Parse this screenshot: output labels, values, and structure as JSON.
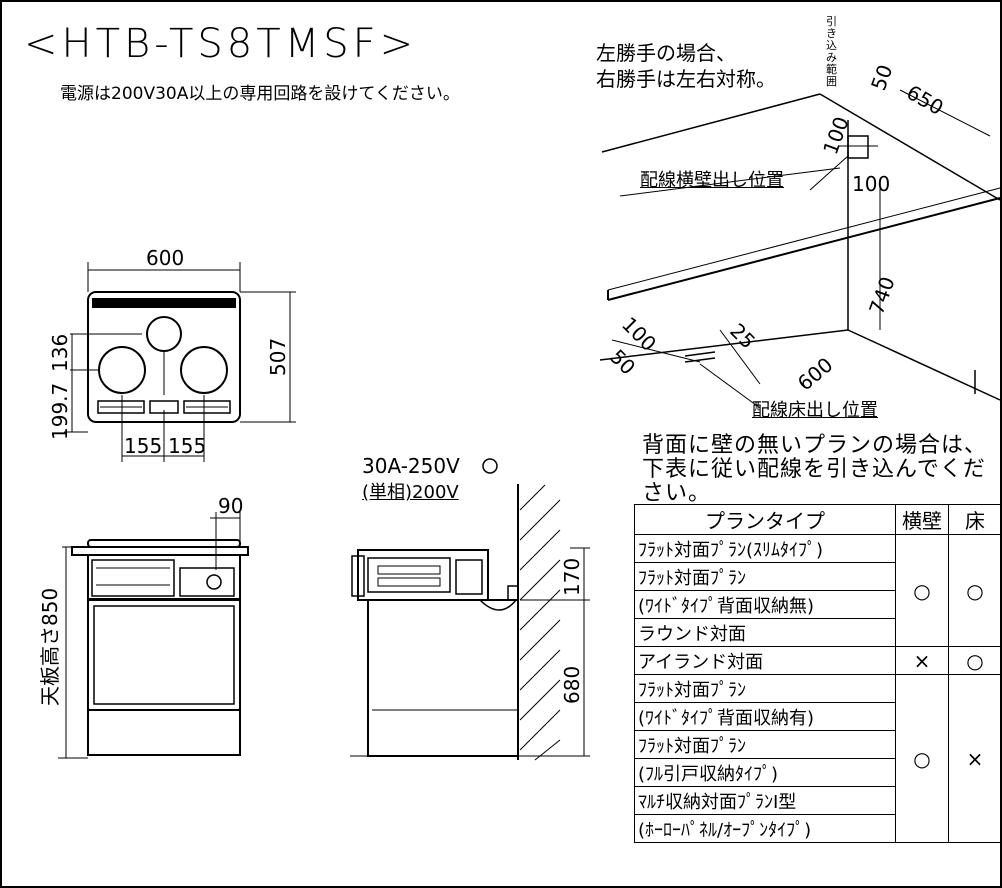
{
  "title": "<HTB-TS8TMSF>",
  "power_note": "電源は200V30A以上の専用回路を設けてください。",
  "top_view": {
    "width_dim": "600",
    "depth_dim": "507",
    "dim_left_1": "136",
    "dim_left_2": "199.7",
    "dim_bottom_1": "155",
    "dim_bottom_2": "155"
  },
  "front_view": {
    "dim_90": "90",
    "height_label": "天板高さ850"
  },
  "side_view": {
    "outlet_label": "30A-250V",
    "phase_label": "(単相)200V",
    "dim_170": "170",
    "dim_680": "680"
  },
  "iso_view": {
    "condition_line1": "左勝手の場合、",
    "condition_line2": "右勝手は左右対称。",
    "side_label": "引き込み範囲",
    "dim_50_top": "50",
    "dim_650": "650",
    "dim_100_v": "100",
    "dim_100_h": "100",
    "wall_label": "配線横壁出し位置",
    "dim_740": "740",
    "dim_100_floor": "100",
    "dim_50_floor": "50",
    "dim_25": "25",
    "dim_600_floor": "600",
    "floor_label": "配線床出し位置"
  },
  "plan_note": "背面に壁の無いプランの場合は、下表に従い配線を引き込んでください。",
  "table": {
    "headers": [
      "プランタイプ",
      "横壁",
      "床"
    ],
    "rows": [
      {
        "name": "ﾌﾗｯﾄ対面ﾌﾟﾗﾝ(ｽﾘﾑﾀｲﾌﾟ)"
      },
      {
        "name": "ﾌﾗｯﾄ対面ﾌﾟﾗﾝ"
      },
      {
        "name": "(ﾜｲﾄﾞﾀｲﾌﾟ背面収納無)"
      },
      {
        "name": "ラウンド対面"
      },
      {
        "name": "アイランド対面"
      },
      {
        "name": "ﾌﾗｯﾄ対面ﾌﾟﾗﾝ"
      },
      {
        "name": "(ﾜｲﾄﾞﾀｲﾌﾟ背面収納有)"
      },
      {
        "name": "ﾌﾗｯﾄ対面ﾌﾟﾗﾝ"
      },
      {
        "name": "(ﾌﾙ引戸収納ﾀｲﾌﾟ)"
      },
      {
        "name": "ﾏﾙﾁ収納対面ﾌﾟﾗﾝⅠ型"
      },
      {
        "name": "(ﾎｰﾛｰﾊﾟﾈﾙ/ｵｰﾌﾟﾝﾀｲﾌﾟ)"
      }
    ],
    "marks": {
      "group1_wall": "○",
      "group1_floor": "○",
      "island_wall": "×",
      "island_floor": "○",
      "group3_wall": "○",
      "group3_floor": "×"
    }
  }
}
